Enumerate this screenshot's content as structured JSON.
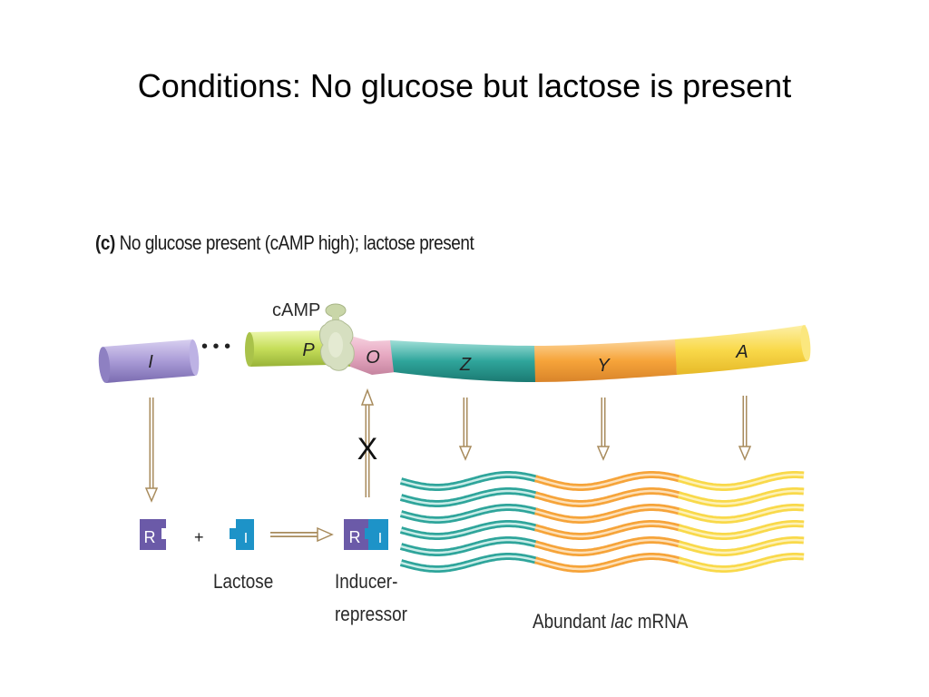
{
  "title": "Conditions: No glucose but lactose is present",
  "panel": {
    "letter": "(c)",
    "condition": "No glucose present (cAMP high); lactose present"
  },
  "labels": {
    "camp": "cAMP",
    "ellipsis": "• • •",
    "plus": "+",
    "lactose": "Lactose",
    "inducer_line1": "Inducer-",
    "inducer_line2": "repressor",
    "blocked": "X"
  },
  "genes": {
    "I": "I",
    "P": "P",
    "O": "O",
    "Z": "Z",
    "Y": "Y",
    "A": "A"
  },
  "proteins": {
    "repressor": "R",
    "inducer": "I"
  },
  "mrna": {
    "prefix": "Abundant ",
    "italic": "lac",
    "suffix": " mRNA"
  },
  "colors": {
    "gene_I": "#a99bd6",
    "promoter": "#c6de5a",
    "operator": "#e7a9c2",
    "gene_Z": "#2fa59b",
    "gene_Y": "#f6a43a",
    "gene_A": "#f9d94a",
    "repressor": "#6b5aa8",
    "inducer": "#1d93c8",
    "cap": "#c9d6a8"
  }
}
